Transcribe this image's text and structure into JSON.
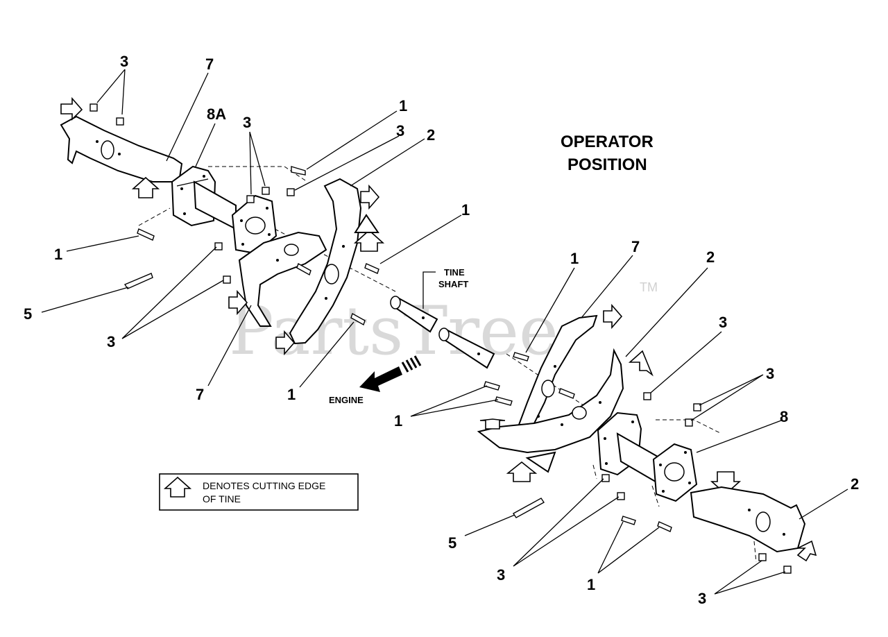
{
  "operator_position": [
    "OPERATOR",
    "POSITION"
  ],
  "tine_shaft": [
    "TINE",
    "SHAFT"
  ],
  "engine": "ENGINE",
  "legend": [
    "DENOTES CUTTING EDGE",
    "OF TINE"
  ],
  "watermark": "PartsTree",
  "watermark_tm": "TM",
  "callouts": {
    "c3_top": "3",
    "c7_top": "7",
    "c8a": "8A",
    "c3_mid": "3",
    "c1_top": "1",
    "c3_top_right": "3",
    "c2_top": "2",
    "c1_mid_right": "1",
    "c1_left": "1",
    "c5_left": "5",
    "c3_left": "3",
    "c7_bottom_left": "7",
    "c1_bottom_mid": "1",
    "c1_right_mid": "1",
    "c7_right": "7",
    "c2_right": "2",
    "c3_right_a": "3",
    "c3_right_b": "3",
    "c8": "8",
    "c2_far_right": "2",
    "c1_lower": "1",
    "c5_lower": "5",
    "c3_lower": "3",
    "c1_lower_right": "1",
    "c3_bottom_right": "3"
  }
}
